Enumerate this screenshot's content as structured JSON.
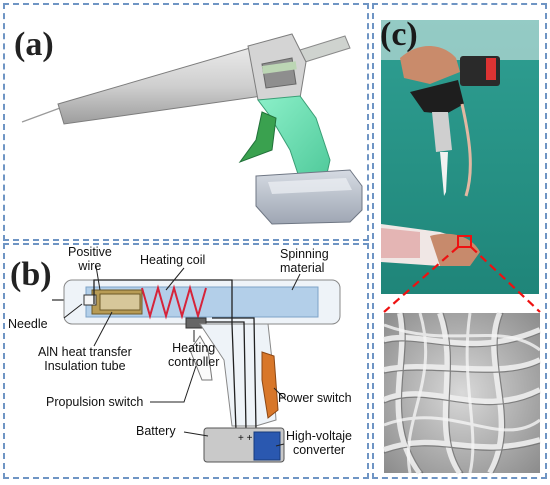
{
  "panels": {
    "a": {
      "label": "(a)"
    },
    "b": {
      "label": "(b)"
    },
    "c": {
      "label": "(c)"
    }
  },
  "diagram_b": {
    "positive_wire": "Positive\nwire",
    "heating_coil": "Heating coil",
    "spinning_material": "Spinning\nmaterial",
    "needle": "Needle",
    "aln": "AlN heat transfer\nInsulation tube",
    "heating_controller": "Heating\ncontroller",
    "propulsion_switch": "Propulsion switch",
    "power_switch": "Power switch",
    "battery": "Battery",
    "converter": "High-voltaje\nconverter",
    "polarity": "+ +"
  },
  "colors": {
    "border": "#6f95c4",
    "handle_green": "#6fe3b8",
    "trigger_green": "#3aa14f",
    "coil_red": "#d6243a",
    "tube_blue": "#b3cfe9",
    "backdrop_teal": "#2b9a8f",
    "converter_blue": "#2a58b0"
  }
}
